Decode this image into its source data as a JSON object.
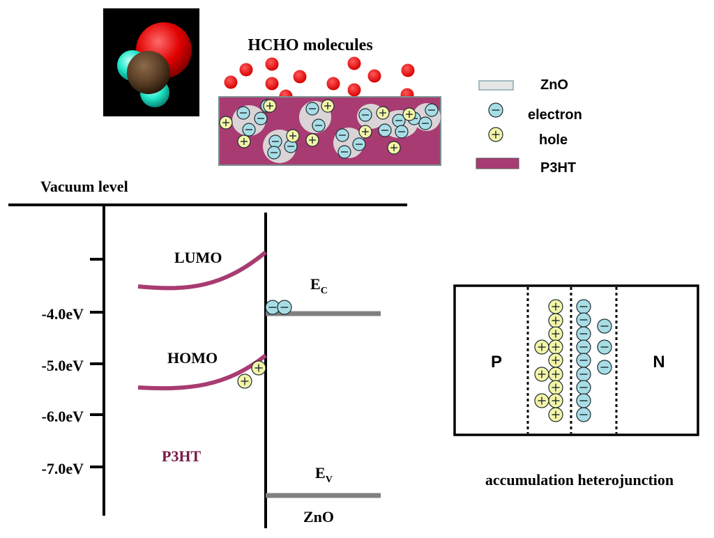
{
  "molecule_panel": {
    "title": "HCHO molecules"
  },
  "legend": {
    "items": [
      {
        "key": "zno",
        "label": "ZnO",
        "color": "#e6e6e6"
      },
      {
        "key": "electron",
        "label": "electron",
        "color": "#a9dde6"
      },
      {
        "key": "hole",
        "label": "hole",
        "color": "#f4f4a8"
      },
      {
        "key": "p3ht",
        "label": "P3HT",
        "color": "#a83c72"
      }
    ]
  },
  "band_diagram": {
    "top_label": "Vacuum level",
    "energy_ticks": [
      "-4.0eV",
      "-5.0eV",
      "-6.0eV",
      "-7.0eV"
    ],
    "lumo_label": "LUMO",
    "homo_label": "HOMO",
    "left_material": "P3HT",
    "ec_label": {
      "main": "E",
      "sub": "C"
    },
    "ev_label": {
      "main": "E",
      "sub": "V"
    },
    "right_material": "ZnO"
  },
  "junction": {
    "p_label": "P",
    "n_label": "N",
    "caption": "accumulation heterojunction"
  },
  "colors": {
    "p3ht": "#a83c72",
    "p3ht_text": "#7a1a48",
    "zno_band": "#808080",
    "red_atom": "#e8000b",
    "electron": "#a9dde6",
    "hole": "#f4f4a8"
  }
}
